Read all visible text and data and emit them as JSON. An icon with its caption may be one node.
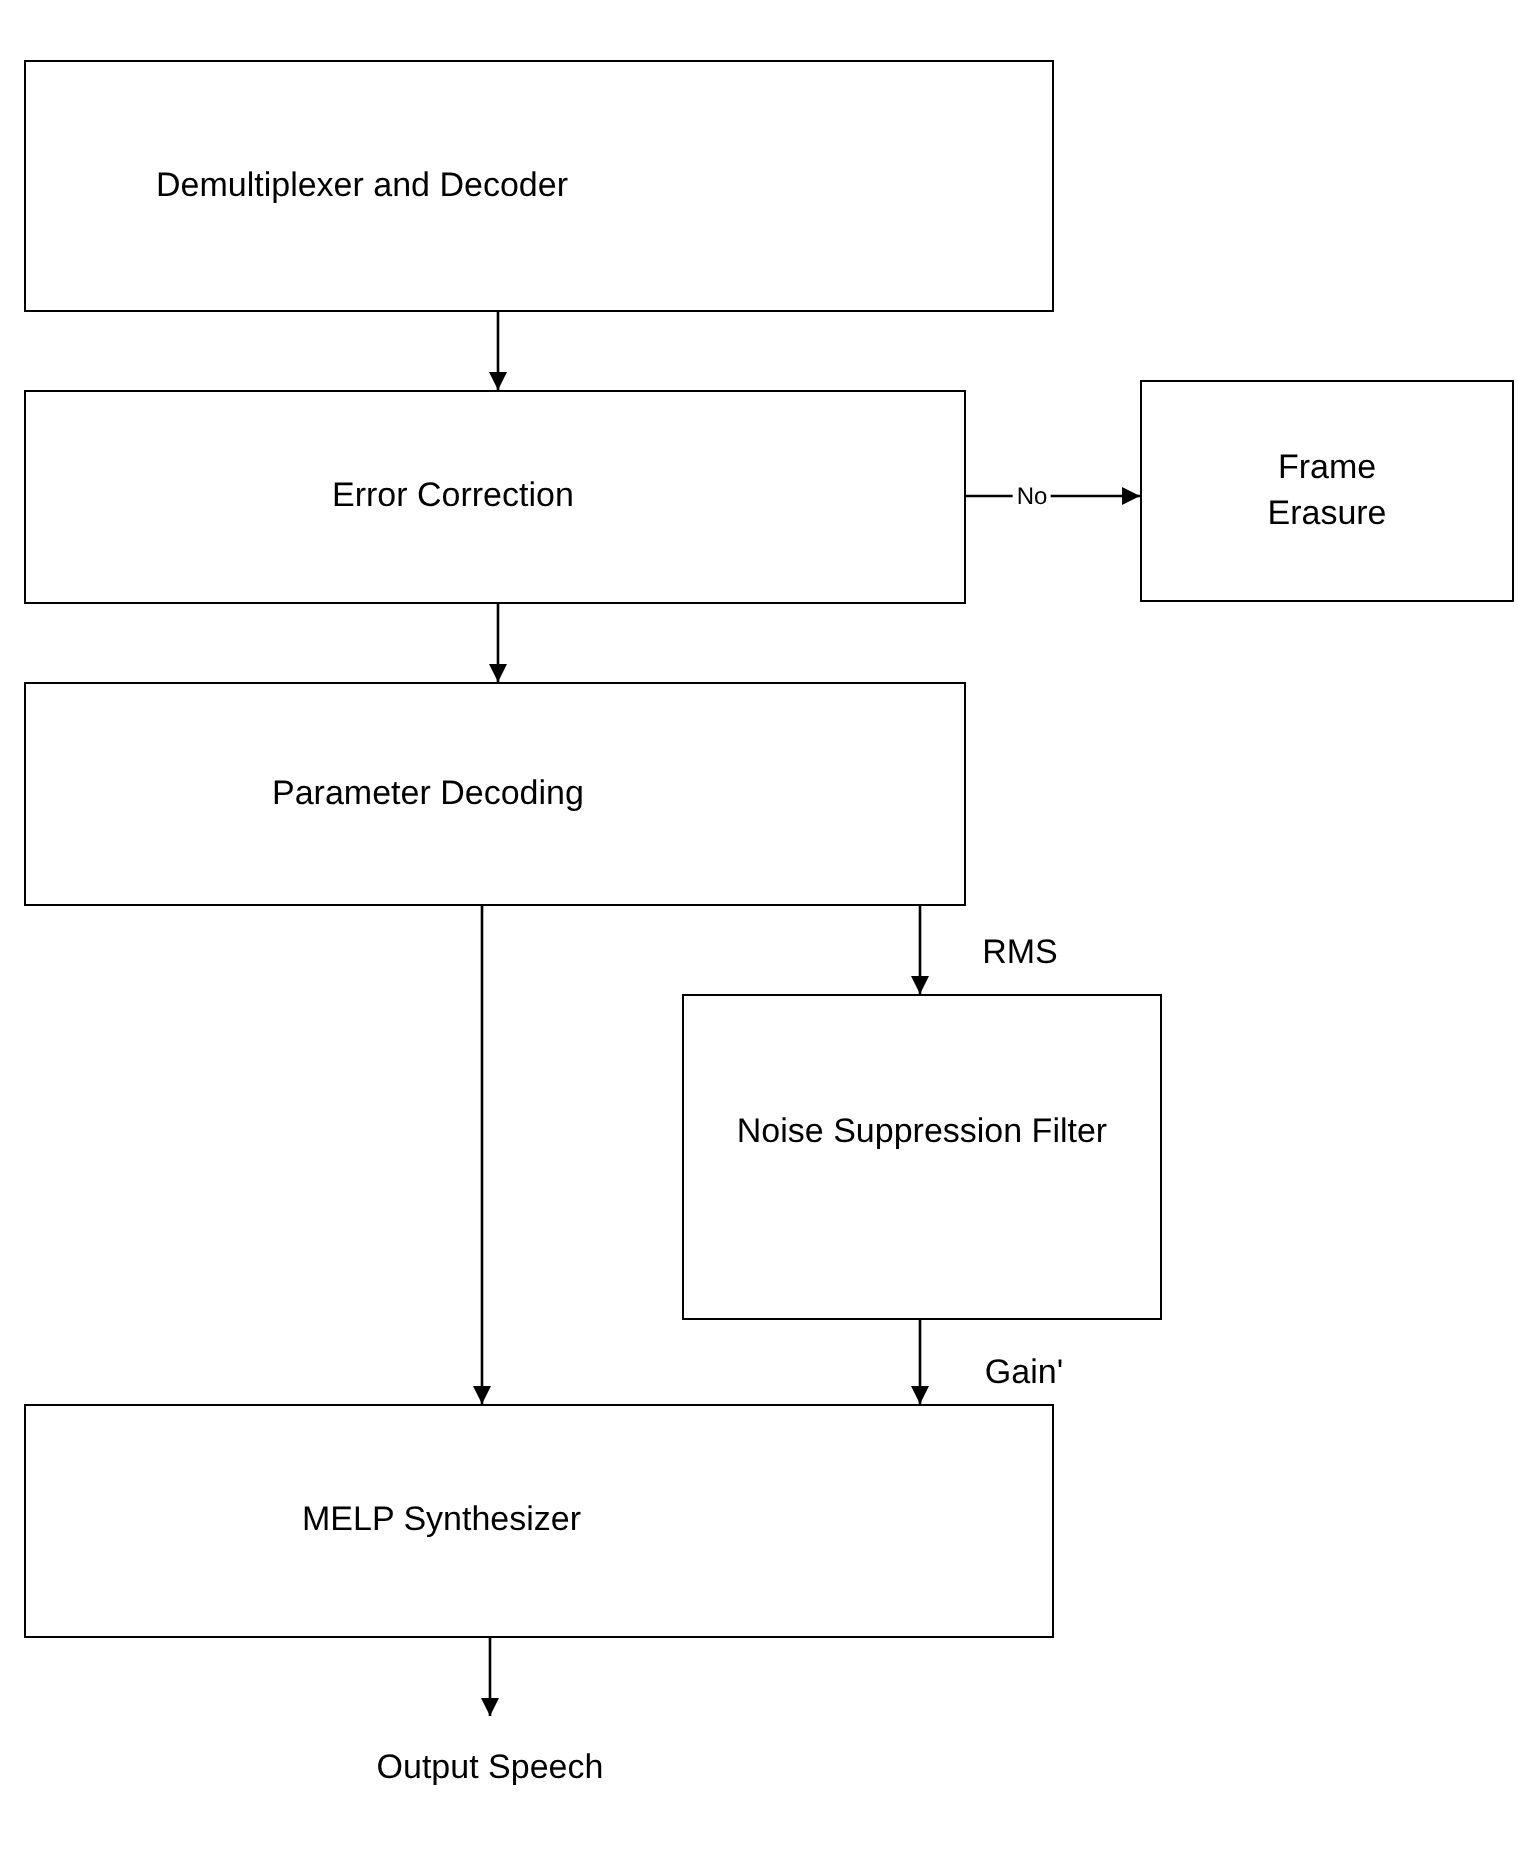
{
  "diagram": {
    "nodes": [
      {
        "text": [
          "Demultiplexer and Decoder"
        ]
      },
      {
        "text": [
          "Error Correction"
        ]
      },
      {
        "text": [
          "Frame Erasure"
        ]
      },
      {
        "text": [
          "Parameter Decoding"
        ]
      },
      {
        "text": [
          "Noise Suppression Filter"
        ]
      },
      {
        "text": [
          "MELP Synthesizer"
        ]
      },
      {
        "text": [
          "Output Speech"
        ]
      }
    ],
    "edges": [
      {
        "from": 0,
        "to": 1,
        "arrow": "to"
      },
      {
        "from": 1,
        "to": 2,
        "arrow": "to",
        "label": "No"
      },
      {
        "from": 1,
        "to": 3,
        "arrow": "to"
      },
      {
        "from": 3,
        "to": 5,
        "arrow": "to"
      },
      {
        "from": 3,
        "to": 4,
        "arrow": "to",
        "label": "RMS"
      },
      {
        "from": 4,
        "to": 5,
        "arrow": "to",
        "label": "Gain'"
      },
      {
        "from": 5,
        "to": 6,
        "arrow": "to"
      }
    ]
  }
}
